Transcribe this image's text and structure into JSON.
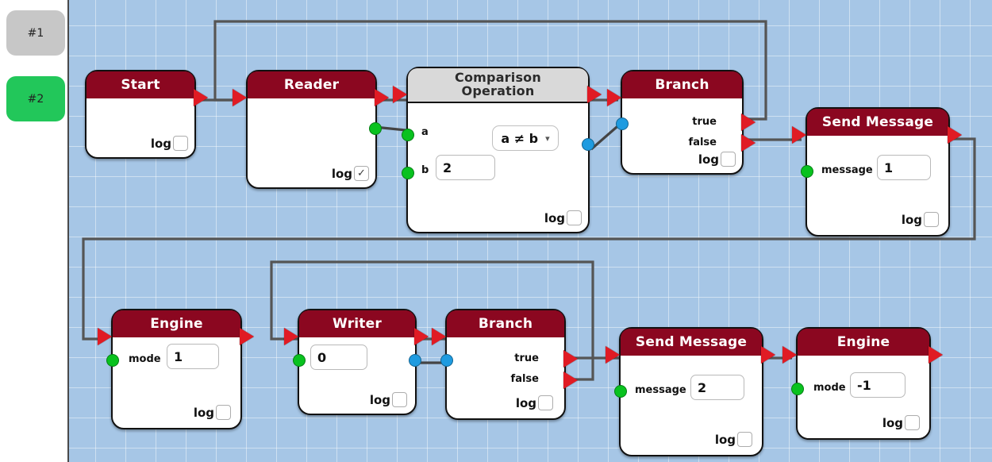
{
  "sidebar": {
    "tabs": [
      {
        "label": "#1",
        "active": false,
        "color": "#c7c7c7"
      },
      {
        "label": "#2",
        "active": true,
        "color": "#22c75a"
      }
    ]
  },
  "canvas": {
    "background_color": "#a6c6e6",
    "grid_line_color": "#ffffff",
    "wire_color": "#555555",
    "exec_port_color": "#e01b24",
    "data_port_green": "#09c21f",
    "data_port_blue": "#1e9be0",
    "node_header_red": "#8b0720",
    "node_header_gray": "#d9d9d9"
  },
  "nodes": [
    {
      "id": "start",
      "title": "Start",
      "header_style": "red",
      "log_label": "log",
      "log_checked": false
    },
    {
      "id": "reader",
      "title": "Reader",
      "header_style": "red",
      "log_label": "log",
      "log_checked": true
    },
    {
      "id": "comparison",
      "title_line1": "Comparison",
      "title_line2": "Operation",
      "header_style": "gray",
      "input_a_label": "a",
      "input_b_label": "b",
      "input_b_value": "2",
      "operator": "a ≠ b",
      "log_label": "log",
      "log_checked": false
    },
    {
      "id": "branch-top",
      "title": "Branch",
      "header_style": "red",
      "out_true_label": "true",
      "out_false_label": "false",
      "log_label": "log",
      "log_checked": false
    },
    {
      "id": "send-message-top",
      "title": "Send Message",
      "header_style": "red",
      "message_label": "message",
      "message_value": "1",
      "log_label": "log",
      "log_checked": false
    },
    {
      "id": "engine-left",
      "title": "Engine",
      "header_style": "red",
      "mode_label": "mode",
      "mode_value": "1",
      "log_label": "log",
      "log_checked": false
    },
    {
      "id": "writer",
      "title": "Writer",
      "header_style": "red",
      "value": "0",
      "log_label": "log",
      "log_checked": false
    },
    {
      "id": "branch-bottom",
      "title": "Branch",
      "header_style": "red",
      "out_true_label": "true",
      "out_false_label": "false",
      "log_label": "log",
      "log_checked": false
    },
    {
      "id": "send-message-bottom",
      "title": "Send Message",
      "header_style": "red",
      "message_label": "message",
      "message_value": "2",
      "log_label": "log",
      "log_checked": false
    },
    {
      "id": "engine-right",
      "title": "Engine",
      "header_style": "red",
      "mode_label": "mode",
      "mode_value": "-1",
      "log_label": "log",
      "log_checked": false
    }
  ],
  "glyphs": {
    "check": "✓",
    "chevron_down": "⌄"
  }
}
